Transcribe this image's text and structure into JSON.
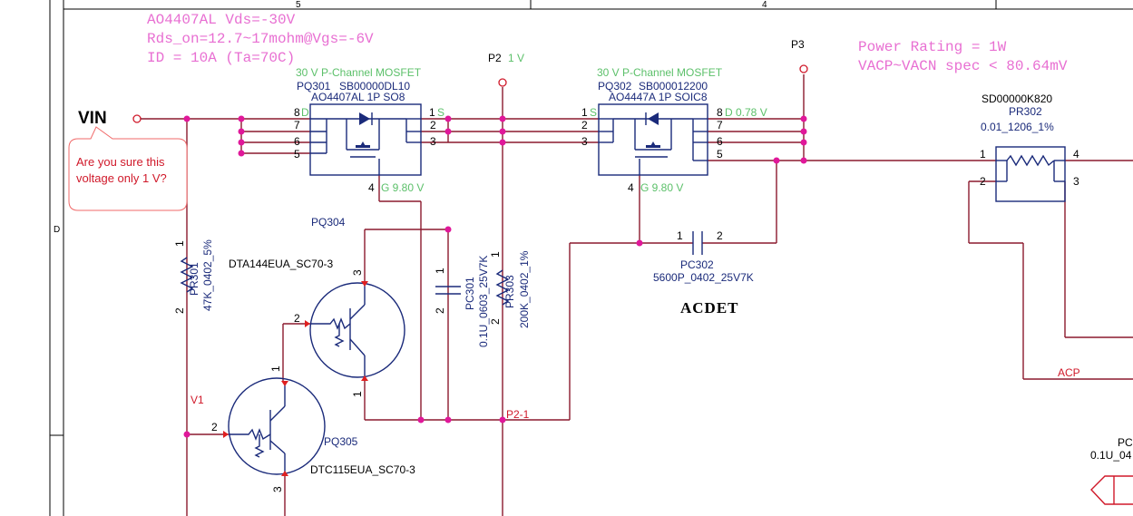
{
  "frame": {
    "col_5": "5",
    "col_4": "4",
    "row_d": "D"
  },
  "notes": {
    "spec_1": "AO4407AL Vds=-30V",
    "spec_2": "Rds_on=12.7~17mohm@Vgs=-6V",
    "spec_3": "ID = 10A (Ta=70C)",
    "power_1": "Power Rating = 1W",
    "power_2": "VACP~VACN spec < 80.64mV"
  },
  "vin": {
    "label": "VIN",
    "callout": [
      "Are you sure this",
      "voltage only 1 V?"
    ]
  },
  "probes": {
    "p2": "P2",
    "p2_volt": "1 V",
    "p3": "P3",
    "p2_1": "P2-1"
  },
  "pq301": {
    "desc": "30 V P-Channel MOSFET",
    "ref": "PQ301",
    "pn": "SB00000DL10",
    "part": "AO4407AL 1P SO8",
    "pins": [
      "8",
      "D",
      "7",
      "6",
      "5",
      "1",
      "S",
      "2",
      "3",
      "4"
    ],
    "gate_v": "G 9.80 V"
  },
  "pq302": {
    "desc": "30 V P-Channel MOSFET",
    "ref": "PQ302",
    "pn": "SB000012200",
    "part": "AO4447A 1P SOIC8",
    "pins": [
      "1",
      "S",
      "2",
      "3",
      "8",
      "D 0.78 V",
      "7",
      "6",
      "5",
      "4"
    ],
    "gate_v": "G 9.80 V"
  },
  "pr302": {
    "pn": "SD00000K820",
    "ref": "PR302",
    "value": "0.01_1206_1%",
    "pins": [
      "1",
      "4",
      "2",
      "3"
    ]
  },
  "pr301": {
    "ref": "PR301",
    "value": "47K_0402_5%",
    "pins": [
      "1",
      "2"
    ]
  },
  "pc301": {
    "ref": "PC301",
    "value": "0.1U_0603_25V7K",
    "pins": [
      "1",
      "2"
    ]
  },
  "pr303": {
    "ref": "PR303",
    "value": "200K_0402_1%",
    "pins": [
      "1",
      "2"
    ]
  },
  "pc302": {
    "ref": "PC302",
    "value": "5600P_0402_25V7K",
    "pins": [
      "1",
      "2"
    ]
  },
  "pq304": {
    "ref": "PQ304",
    "part": "DTA144EUA_SC70-3",
    "pins": [
      "3",
      "2",
      "1"
    ]
  },
  "pq305": {
    "ref": "PQ305",
    "part": "DTC115EUA_SC70-3",
    "pins": [
      "1",
      "2",
      "3"
    ]
  },
  "nets": {
    "acdet": "ACDET",
    "acp": "ACP",
    "v1": "V1"
  },
  "partial": {
    "pc": "PC",
    "val": "0.1U_04"
  }
}
